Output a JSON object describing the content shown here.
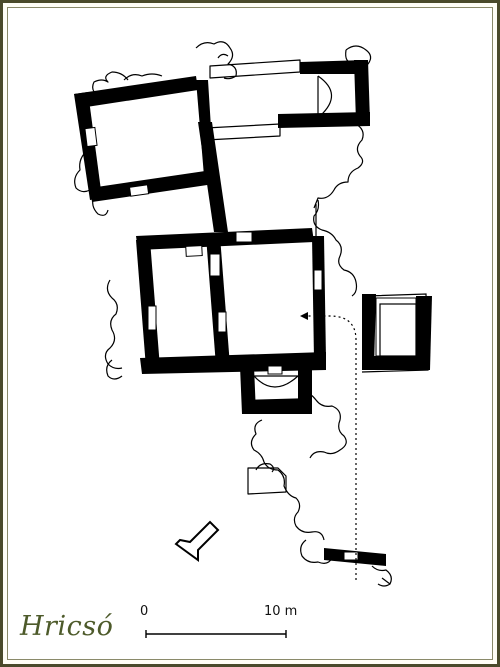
{
  "caption": "Hricsó",
  "scale": {
    "start_label": "0",
    "end_label": "10 m"
  },
  "colors": {
    "frame": "#4a4a2a",
    "caption": "#4d5a2a",
    "wall": "#000000"
  }
}
